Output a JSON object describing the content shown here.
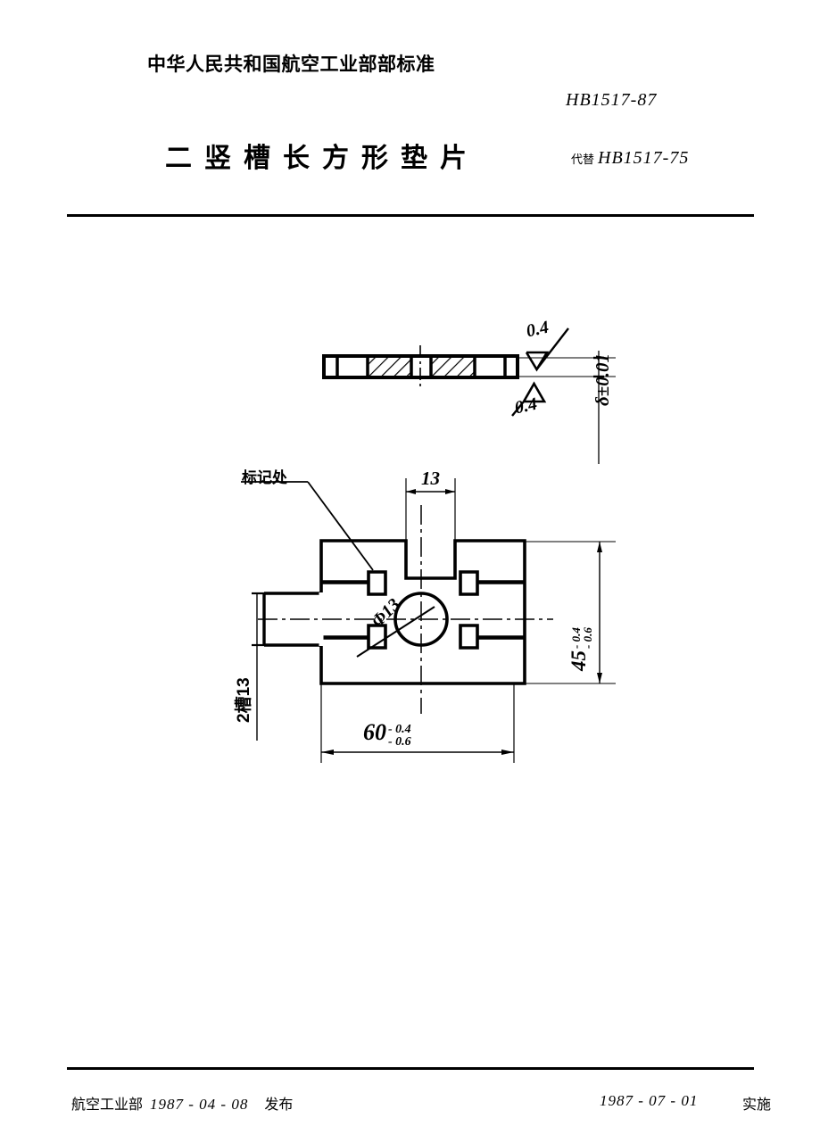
{
  "header": {
    "organization": "中华人民共和国航空工业部部标准",
    "standard_number": "HB1517-87",
    "title": "二竖槽长方形垫片",
    "replaces_label": "代替",
    "replaces_number": "HB1517-75"
  },
  "footer": {
    "issuer": "航空工业部",
    "issue_date": "1987 - 04 - 08",
    "issue_verb": "发布",
    "effective_date": "1987 - 07 - 01",
    "effective_verb": "实施"
  },
  "drawing": {
    "section_view": {
      "surface_finish_top": "0.4",
      "surface_finish_bottom": "0.4",
      "thickness": "δ±0.01"
    },
    "main_view": {
      "mark_note": "标记处",
      "top_slot_width": "13",
      "hole_diameter": "Φ13",
      "slot_note": "2槽13",
      "height": "45",
      "height_tol_upper": "- 0.4",
      "height_tol_lower": "- 0.6",
      "width": "60",
      "width_tol_upper": "- 0.4",
      "width_tol_lower": "- 0.6"
    }
  }
}
